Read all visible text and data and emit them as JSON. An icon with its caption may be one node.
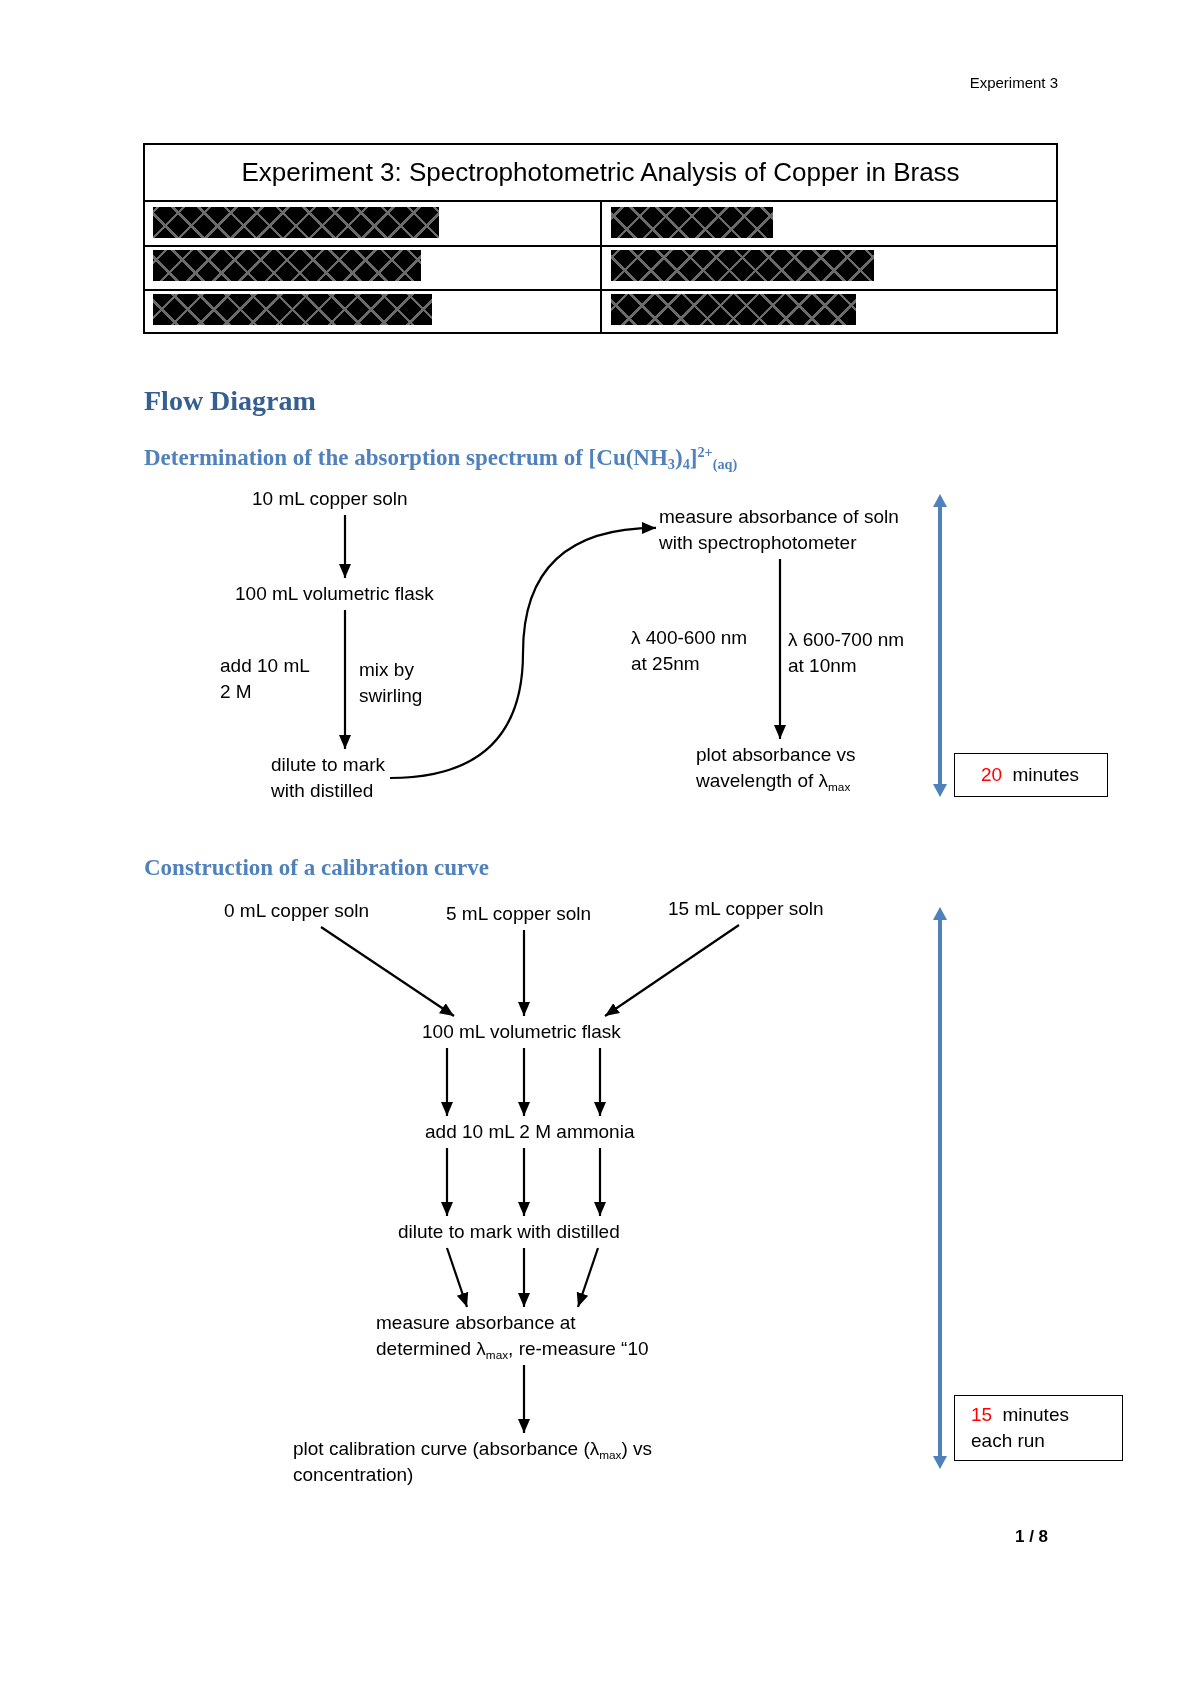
{
  "diagram": {
    "title": "Experiment 3: Spectrophotometric Analysis of Copper in Brass",
    "nodes": [
      {
        "text": [
          "10 mL copper soln"
        ]
      },
      {
        "text": [
          "100 mL volumetric flask"
        ]
      },
      {
        "text": [
          "dilute to mark with distilled"
        ]
      },
      {
        "text": [
          "measure absorbance of soln with spectrophotometer"
        ]
      },
      {
        "text": [
          "plot absorbance vs wavelength of λ$_{max}$"
        ]
      },
      {
        "text": [
          "20",
          "minutes"
        ]
      },
      {
        "text": [
          "0 mL copper soln"
        ]
      },
      {
        "text": [
          "5 mL copper soln"
        ]
      },
      {
        "text": [
          "15 mL copper soln"
        ]
      },
      {
        "text": [
          "100 mL volumetric flask"
        ]
      },
      {
        "text": [
          "add 10 mL 2 M ammonia"
        ]
      },
      {
        "text": [
          "dilute to mark with distilled"
        ]
      },
      {
        "text": [
          "measure absorbance at determined λ$_{max}$, re-measure “10"
        ]
      },
      {
        "text": [
          "plot calibration curve (absorbance (λ$_{max}$) vs concentration)"
        ]
      },
      {
        "text": [
          "15",
          "minutes each run"
        ]
      }
    ],
    "edges": [
      {
        "from": 0,
        "to": 1,
        "arrow": "to"
      },
      {
        "from": 1,
        "to": 2,
        "arrow": "to",
        "label": "add 10 mL 2 M"
      },
      {
        "from": 2,
        "to": 3,
        "arrow": "to"
      },
      {
        "from": 3,
        "to": 4,
        "arrow": "to",
        "label": "λ 400-600 nm at 25nm"
      },
      {
        "from": 6,
        "to": 9,
        "arrow": "to"
      },
      {
        "from": 7,
        "to": 9,
        "arrow": "to"
      },
      {
        "from": 8,
        "to": 9,
        "arrow": "to"
      },
      {
        "from": 9,
        "to": 10,
        "arrow": "to"
      },
      {
        "from": 9,
        "to": 10,
        "arrow": "to"
      },
      {
        "from": 9,
        "to": 10,
        "arrow": "to"
      },
      {
        "from": 10,
        "to": 11,
        "arrow": "to"
      },
      {
        "from": 10,
        "to": 11,
        "arrow": "to"
      },
      {
        "from": 10,
        "to": 11,
        "arrow": "to"
      },
      {
        "from": 11,
        "to": 12,
        "arrow": "to"
      },
      {
        "from": 11,
        "to": 12,
        "arrow": "to"
      },
      {
        "from": 11,
        "to": 12,
        "arrow": "to"
      },
      {
        "from": 12,
        "to": 13,
        "arrow": "to"
      }
    ],
    "labels": [
      "Experiment 3",
      "Flow Diagram",
      "Determination of the absorption spectrum of [Cu(NH$_{3}$)$_{4}$]$^{2+}$$_{(aq)}$",
      "mix by swirling",
      "λ 600-700 nm at 10nm",
      "Construction of a calibration curve",
      "1 / 8"
    ]
  }
}
